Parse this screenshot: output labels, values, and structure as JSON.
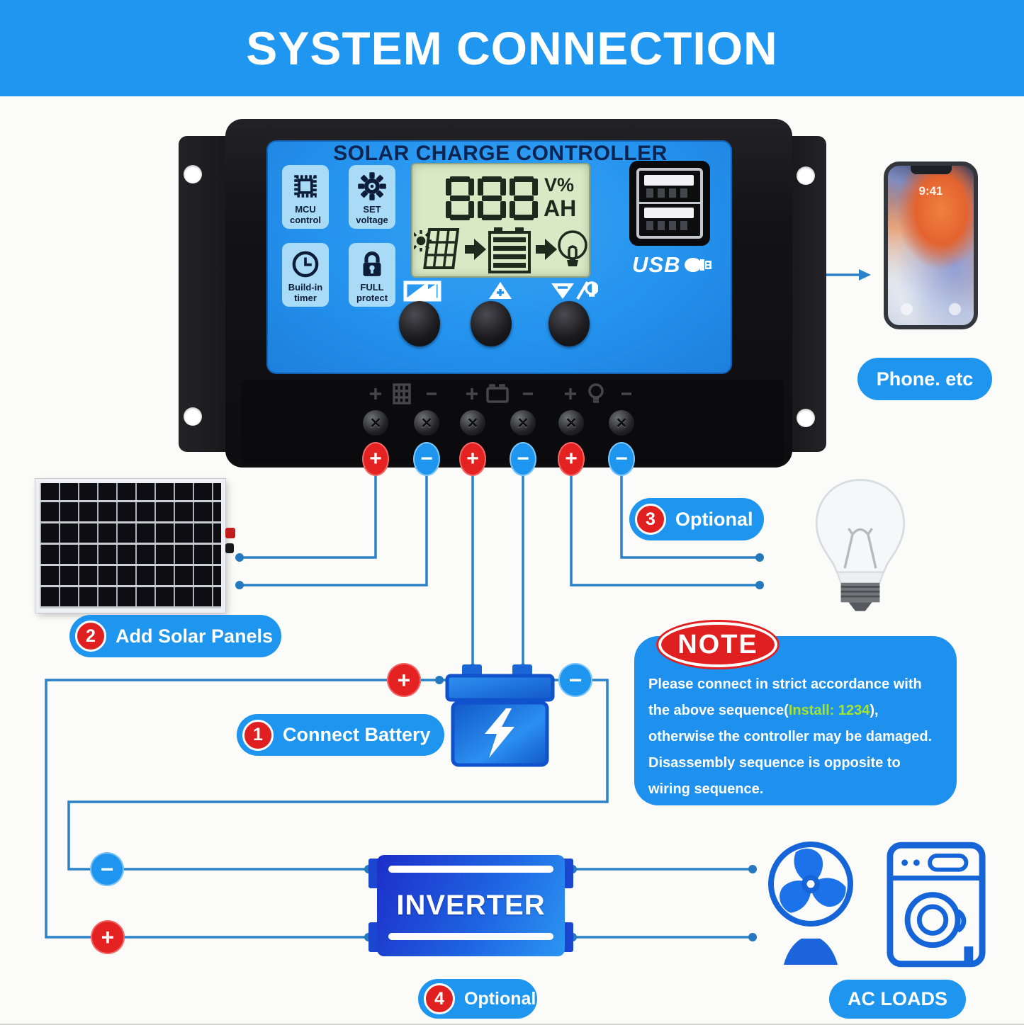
{
  "banner": {
    "title": "SYSTEM CONNECTION"
  },
  "controller": {
    "title": "SOLAR CHARGE CONTROLLER",
    "tiles": [
      {
        "l1": "MCU",
        "l2": "control",
        "icon": "chip-icon"
      },
      {
        "l1": "SET",
        "l2": "voltage",
        "icon": "gear-icon"
      },
      {
        "l1": "Build-in",
        "l2": "timer",
        "icon": "clock-icon"
      },
      {
        "l1": "FULL",
        "l2": "protect",
        "icon": "lock-icon"
      }
    ],
    "lcd": {
      "digits": "888",
      "unit_top": "V%",
      "unit_bottom": "AH",
      "status_icons": [
        "sun-icon",
        "solar-panel-icon",
        "arrow-right-icon",
        "battery-icon",
        "arrow-right-icon",
        "bulb-icon"
      ]
    },
    "button_glyphs": [
      "battery-select-icon",
      "up-plus-icon",
      "down-minus-bulb-icon"
    ],
    "usb_logo": "USB",
    "terminal_groups": [
      "solar-panel-icon",
      "battery-icon",
      "bulb-icon"
    ]
  },
  "terminals": {
    "signs": [
      "+",
      "−",
      "+",
      "−",
      "+",
      "−"
    ]
  },
  "circuit": {
    "battery_plus": "+",
    "battery_minus": "−",
    "loop_plus": "+",
    "loop_minus": "−"
  },
  "steps": {
    "s1": {
      "num": "1",
      "label": "Connect Battery"
    },
    "s2": {
      "num": "2",
      "label": "Add Solar Panels"
    },
    "s3": {
      "num": "3",
      "label": "Optional"
    },
    "s4": {
      "num": "4",
      "label": "Optional"
    }
  },
  "labels": {
    "phone": "Phone. etc",
    "ac_loads": "AC LOADS",
    "inverter": "INVERTER"
  },
  "phone": {
    "time": "9:41"
  },
  "note": {
    "title": "NOTE",
    "line1": "Please connect in strict accordance with",
    "line2_pre": "the above sequence(",
    "line2_install": "Install: 1234",
    "line2_post": "),",
    "line3": "otherwise the controller may be damaged.",
    "line4": "Disassembly sequence is opposite to",
    "line5": "wiring sequence."
  },
  "colors": {
    "accent_blue": "#1E96F0",
    "wire_blue": "#2B82C8",
    "red": "#E42222",
    "lcd_bg": "#D9E9C6",
    "face_blue": "#2493EE",
    "tile_blue": "#A9DBF7",
    "navy": "#0D1C38",
    "install_green": "#A6E32E"
  }
}
